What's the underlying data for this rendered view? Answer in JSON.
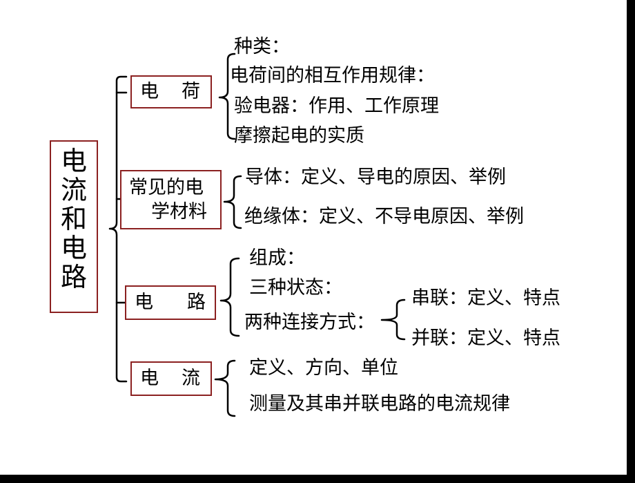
{
  "title": [
    "电",
    "流",
    "和",
    "电",
    "路"
  ],
  "categories": {
    "charge": {
      "label": [
        "电",
        "荷"
      ],
      "items": [
        "种类：",
        "电荷间的相互作用规律：",
        "验电器：作用、工作原理",
        "摩擦起电的实质"
      ]
    },
    "materials": {
      "label": [
        "常见的电",
        "学材料"
      ],
      "items": [
        "导体：定义、导电的原因、举例",
        "绝缘体：定义、不导电原因、举例"
      ]
    },
    "circuit": {
      "label": [
        "电",
        "路"
      ],
      "items": [
        "组成：",
        "三种状态：",
        "两种连接方式："
      ],
      "sub_items": [
        "串联：定义、特点",
        "并联：定义、特点"
      ]
    },
    "current": {
      "label": [
        "电",
        "流"
      ],
      "items": [
        "定义、方向、单位",
        "测量及其串并联电路的电流规律"
      ]
    }
  },
  "colors": {
    "box_border": "#8b2020",
    "text": "#000000",
    "frame": "#000000"
  }
}
